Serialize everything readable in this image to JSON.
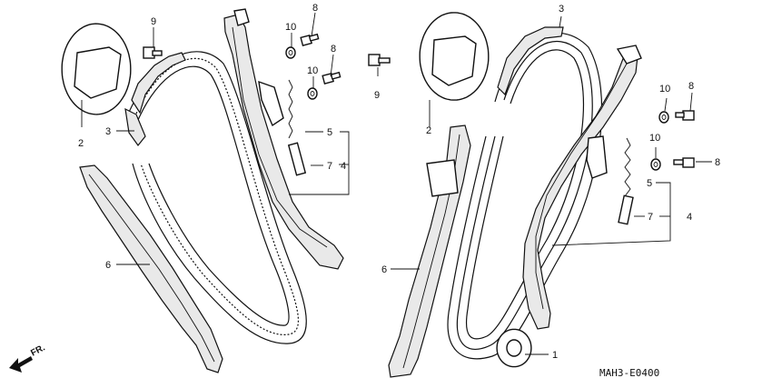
{
  "diagram": {
    "reference_code": "MAH3-E0400",
    "front_indicator": "FR.",
    "callouts": [
      {
        "id": "c1",
        "label": "1"
      },
      {
        "id": "c2a",
        "label": "2"
      },
      {
        "id": "c2b",
        "label": "2"
      },
      {
        "id": "c3a",
        "label": "3"
      },
      {
        "id": "c3b",
        "label": "3"
      },
      {
        "id": "c4a",
        "label": "4"
      },
      {
        "id": "c4b",
        "label": "4"
      },
      {
        "id": "c5a",
        "label": "5"
      },
      {
        "id": "c5b",
        "label": "5"
      },
      {
        "id": "c6a",
        "label": "6"
      },
      {
        "id": "c6b",
        "label": "6"
      },
      {
        "id": "c7a",
        "label": "7"
      },
      {
        "id": "c7b",
        "label": "7"
      },
      {
        "id": "c8a",
        "label": "8"
      },
      {
        "id": "c8b",
        "label": "8"
      },
      {
        "id": "c8c",
        "label": "8"
      },
      {
        "id": "c8d",
        "label": "8"
      },
      {
        "id": "c9a",
        "label": "9"
      },
      {
        "id": "c9b",
        "label": "9"
      },
      {
        "id": "c10a",
        "label": "10"
      },
      {
        "id": "c10b",
        "label": "10"
      },
      {
        "id": "c10c",
        "label": "10"
      },
      {
        "id": "c10d",
        "label": "10"
      }
    ],
    "colors": {
      "line": "#111111",
      "background": "#ffffff",
      "stipple": "#e9e9e9"
    },
    "icons": [
      "front-arrow-icon"
    ]
  }
}
